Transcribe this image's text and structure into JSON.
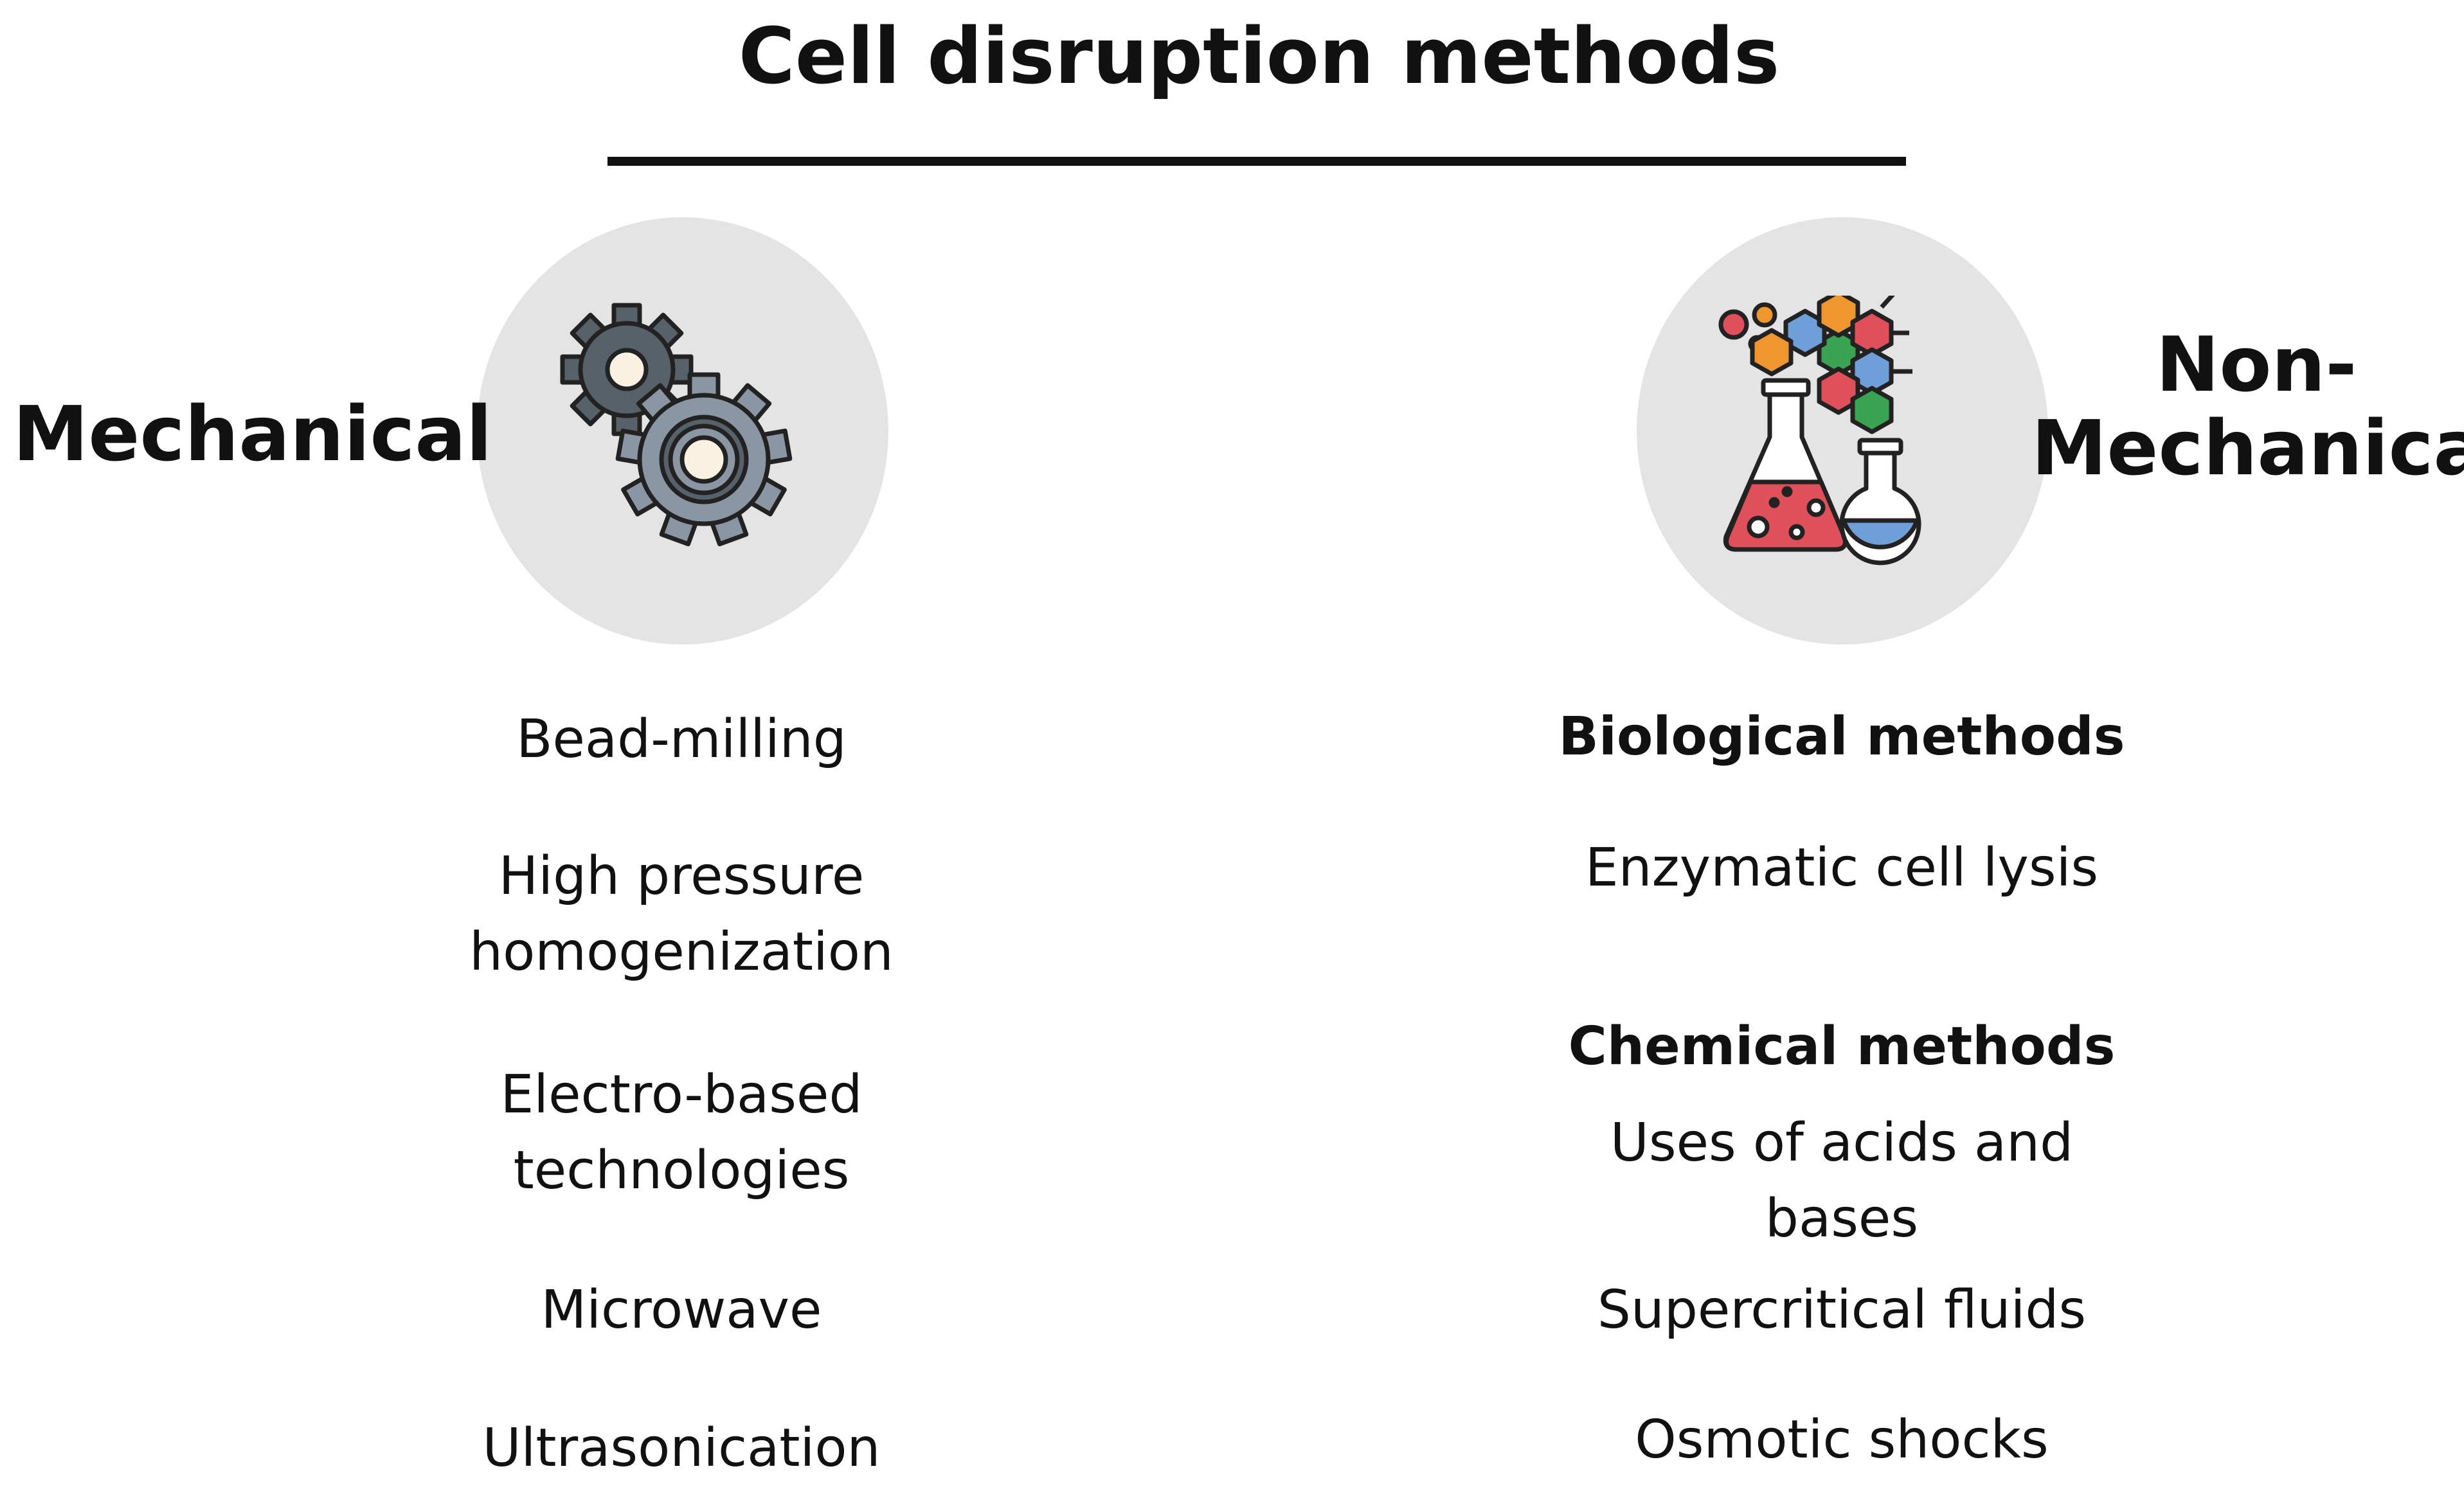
{
  "title": "Cell disruption methods",
  "mechanical": {
    "label": "Mechanical",
    "icon": "gears-icon",
    "items": [
      {
        "line1": "Bead-milling",
        "line2": ""
      },
      {
        "line1": "High pressure",
        "line2": "homogenization"
      },
      {
        "line1": "Electro-based",
        "line2": "technologies"
      },
      {
        "line1": "Microwave",
        "line2": ""
      },
      {
        "line1": "Ultrasonication",
        "line2": ""
      }
    ]
  },
  "non_mechanical": {
    "label_line1": "Non-",
    "label_line2": "Mechanical",
    "icon": "chemistry-flasks-icon",
    "biological": {
      "heading": "Biological methods",
      "items": [
        "Enzymatic cell lysis"
      ]
    },
    "chemical": {
      "heading": "Chemical methods",
      "items": [
        {
          "line1": "Uses of acids and",
          "line2": "bases"
        },
        {
          "line1": "Supercritical fluids",
          "line2": ""
        },
        {
          "line1": "Osmotic shocks",
          "line2": ""
        }
      ]
    }
  },
  "colors": {
    "circle": "#e4e4e4",
    "gear_dark": "#57616a",
    "gear_light": "#8a96a3",
    "flask_red": "#e0505b",
    "flask_blue": "#6f9fd8",
    "hex_orange": "#f0962e",
    "hex_green": "#3aa351",
    "hex_blue": "#6f9fd8",
    "hex_red": "#e0505b"
  }
}
